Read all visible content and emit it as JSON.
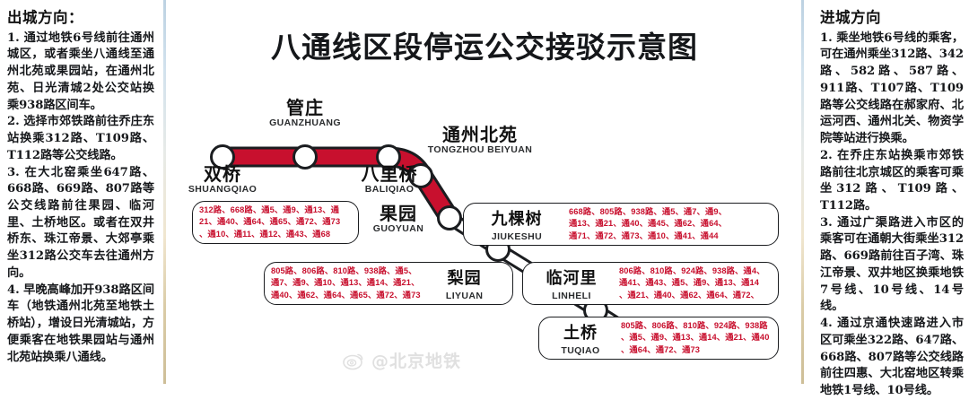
{
  "map": {
    "title": "八通线区段停运公交接驳示意图",
    "line_color_suspended": "#C8102E",
    "line_color_normal": "#FFFFFF",
    "route_text_color": "#C8102E"
  },
  "left_panel": {
    "heading": "出城方向：",
    "paragraphs": [
      "1. 通过地铁6号线前往通州城区，或者乘坐八通线至通州北苑或果园站，在通州北苑、日光清城2处公交站换乘938路区间车。",
      "2. 选择市郊铁路前往乔庄东站换乘312路、T109路、T112路等公交线路。",
      "3. 在大北窑乘坐647路、668路、669路、807路等公交线路前往果园、临河里、土桥地区。或者在双井桥东、珠江帝景、大郊亭乘坐312路公交车去往通州方向。",
      "4. 早晚高峰加开938路区间车（地铁通州北苑至地铁土桥站），增设日光清城站，方便乘客在地铁果园站与通州北苑站换乘八通线。"
    ]
  },
  "right_panel": {
    "heading": "进城方向",
    "paragraphs": [
      "1. 乘坐地铁6号线的乘客，可在通州乘坐312路、342路、582路、587路、911路、T107路、T109路等公交线路在郝家府、北运河西、通州北关、物资学院等站进行换乘。",
      "2. 在乔庄东站换乘市郊铁路前往北京城区的乘客可乘坐312路、T109路、T112路。",
      "3. 通过广渠路进入市区的乘客可在通朝大街乘坐312路、669路前往百子湾、珠江帝景、双井地区换乘地铁7号线、10号线、14号线。",
      "4. 通过京通快速路进入市区可乘坐322路、647路、668路、807路等公交线路前往四惠、大北窑地区转乘地铁1号线、10号线。"
    ]
  },
  "stations": [
    {
      "id": "shuangqiao",
      "cn": "双桥",
      "en": "SHUANGQIAO"
    },
    {
      "id": "guanzhuang",
      "cn": "管庄",
      "en": "GUANZHUANG"
    },
    {
      "id": "baliqiao",
      "cn": "八里桥",
      "en": "BALIQIAO"
    },
    {
      "id": "tongzhou_beiyuan",
      "cn": "通州北苑",
      "en": "TONGZHOU BEIYUAN"
    },
    {
      "id": "guoyuan",
      "cn": "果园",
      "en": "GUOYUAN"
    },
    {
      "id": "jiukeshu",
      "cn": "九棵树",
      "en": "JIUKESHU"
    },
    {
      "id": "liyuan",
      "cn": "梨园",
      "en": "LIYUAN"
    },
    {
      "id": "linheli",
      "cn": "临河里",
      "en": "LINHELI"
    },
    {
      "id": "tuqiao",
      "cn": "土桥",
      "en": "TUQIAO"
    }
  ],
  "bus_boxes": [
    {
      "id": "shuangqiao-baliqiao",
      "lines": [
        "312路、668路、通5、通9、通13、通",
        "21、通40、通64、通65、通72、通73",
        "、通10、通11、通12、通43、通68"
      ]
    },
    {
      "id": "jiukeshu",
      "lines": [
        "668路、805路、938路、通5、通7、通9、",
        "通13、通21、通40、通45、通62、通64、",
        "通71、通72、通73、通10、通41、通44"
      ]
    },
    {
      "id": "liyuan",
      "lines": [
        "805路、806路、810路、938路、通5、",
        "通7、通9、通10、通13、通14、通21、",
        "通40、通62、通64、通65、通72、通73"
      ]
    },
    {
      "id": "linheli",
      "lines": [
        "806路、810路、924路、938路、通4、",
        "通41、通43、通5、通9、通13、通14",
        "、通21、通40、通62、通64、通72、"
      ]
    },
    {
      "id": "tuqiao",
      "lines": [
        "805路、806路、810路、924路、938路",
        "、通5、通9、通13、通14、通21、通40",
        "、通64、通72、通73"
      ]
    }
  ],
  "watermark": {
    "handle": "@北京地铁",
    "icon": "weibo-icon"
  }
}
